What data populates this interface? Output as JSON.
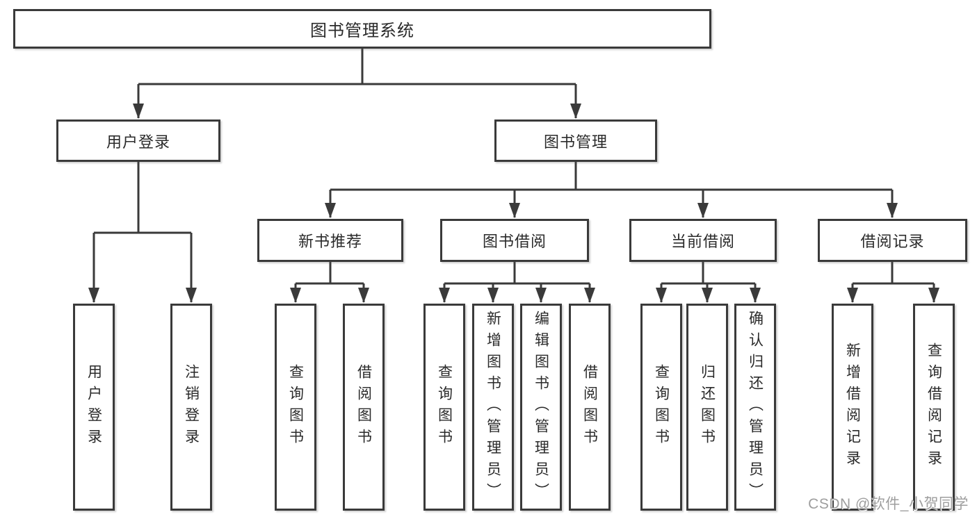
{
  "diagram": {
    "type": "hierarchy-tree",
    "root": "图书管理系统",
    "branches": [
      {
        "label": "用户登录",
        "leaves": [
          "用户登录",
          "注销登录"
        ]
      },
      {
        "label": "图书管理",
        "groups": [
          {
            "label": "新书推荐",
            "leaves": [
              "查询图书",
              "借阅图书"
            ]
          },
          {
            "label": "图书借阅",
            "leaves": [
              "查询图书",
              "新增图书（管理员）",
              "编辑图书（管理员）",
              "借阅图书"
            ]
          },
          {
            "label": "当前借阅",
            "leaves": [
              "查询图书",
              "归还图书",
              "确认归还（管理员）"
            ]
          },
          {
            "label": "借阅记录",
            "leaves": [
              "新增借阅记录",
              "查询借阅记录"
            ]
          }
        ]
      }
    ]
  },
  "watermark": "CSDN @软件_小贺同学",
  "colors": {
    "line": "#3a3a3a",
    "box_border": "#3a3a3a",
    "box_fill": "#ffffff",
    "text": "#2a2a2a",
    "watermark": "#9e9e9e",
    "background": "#ffffff"
  }
}
